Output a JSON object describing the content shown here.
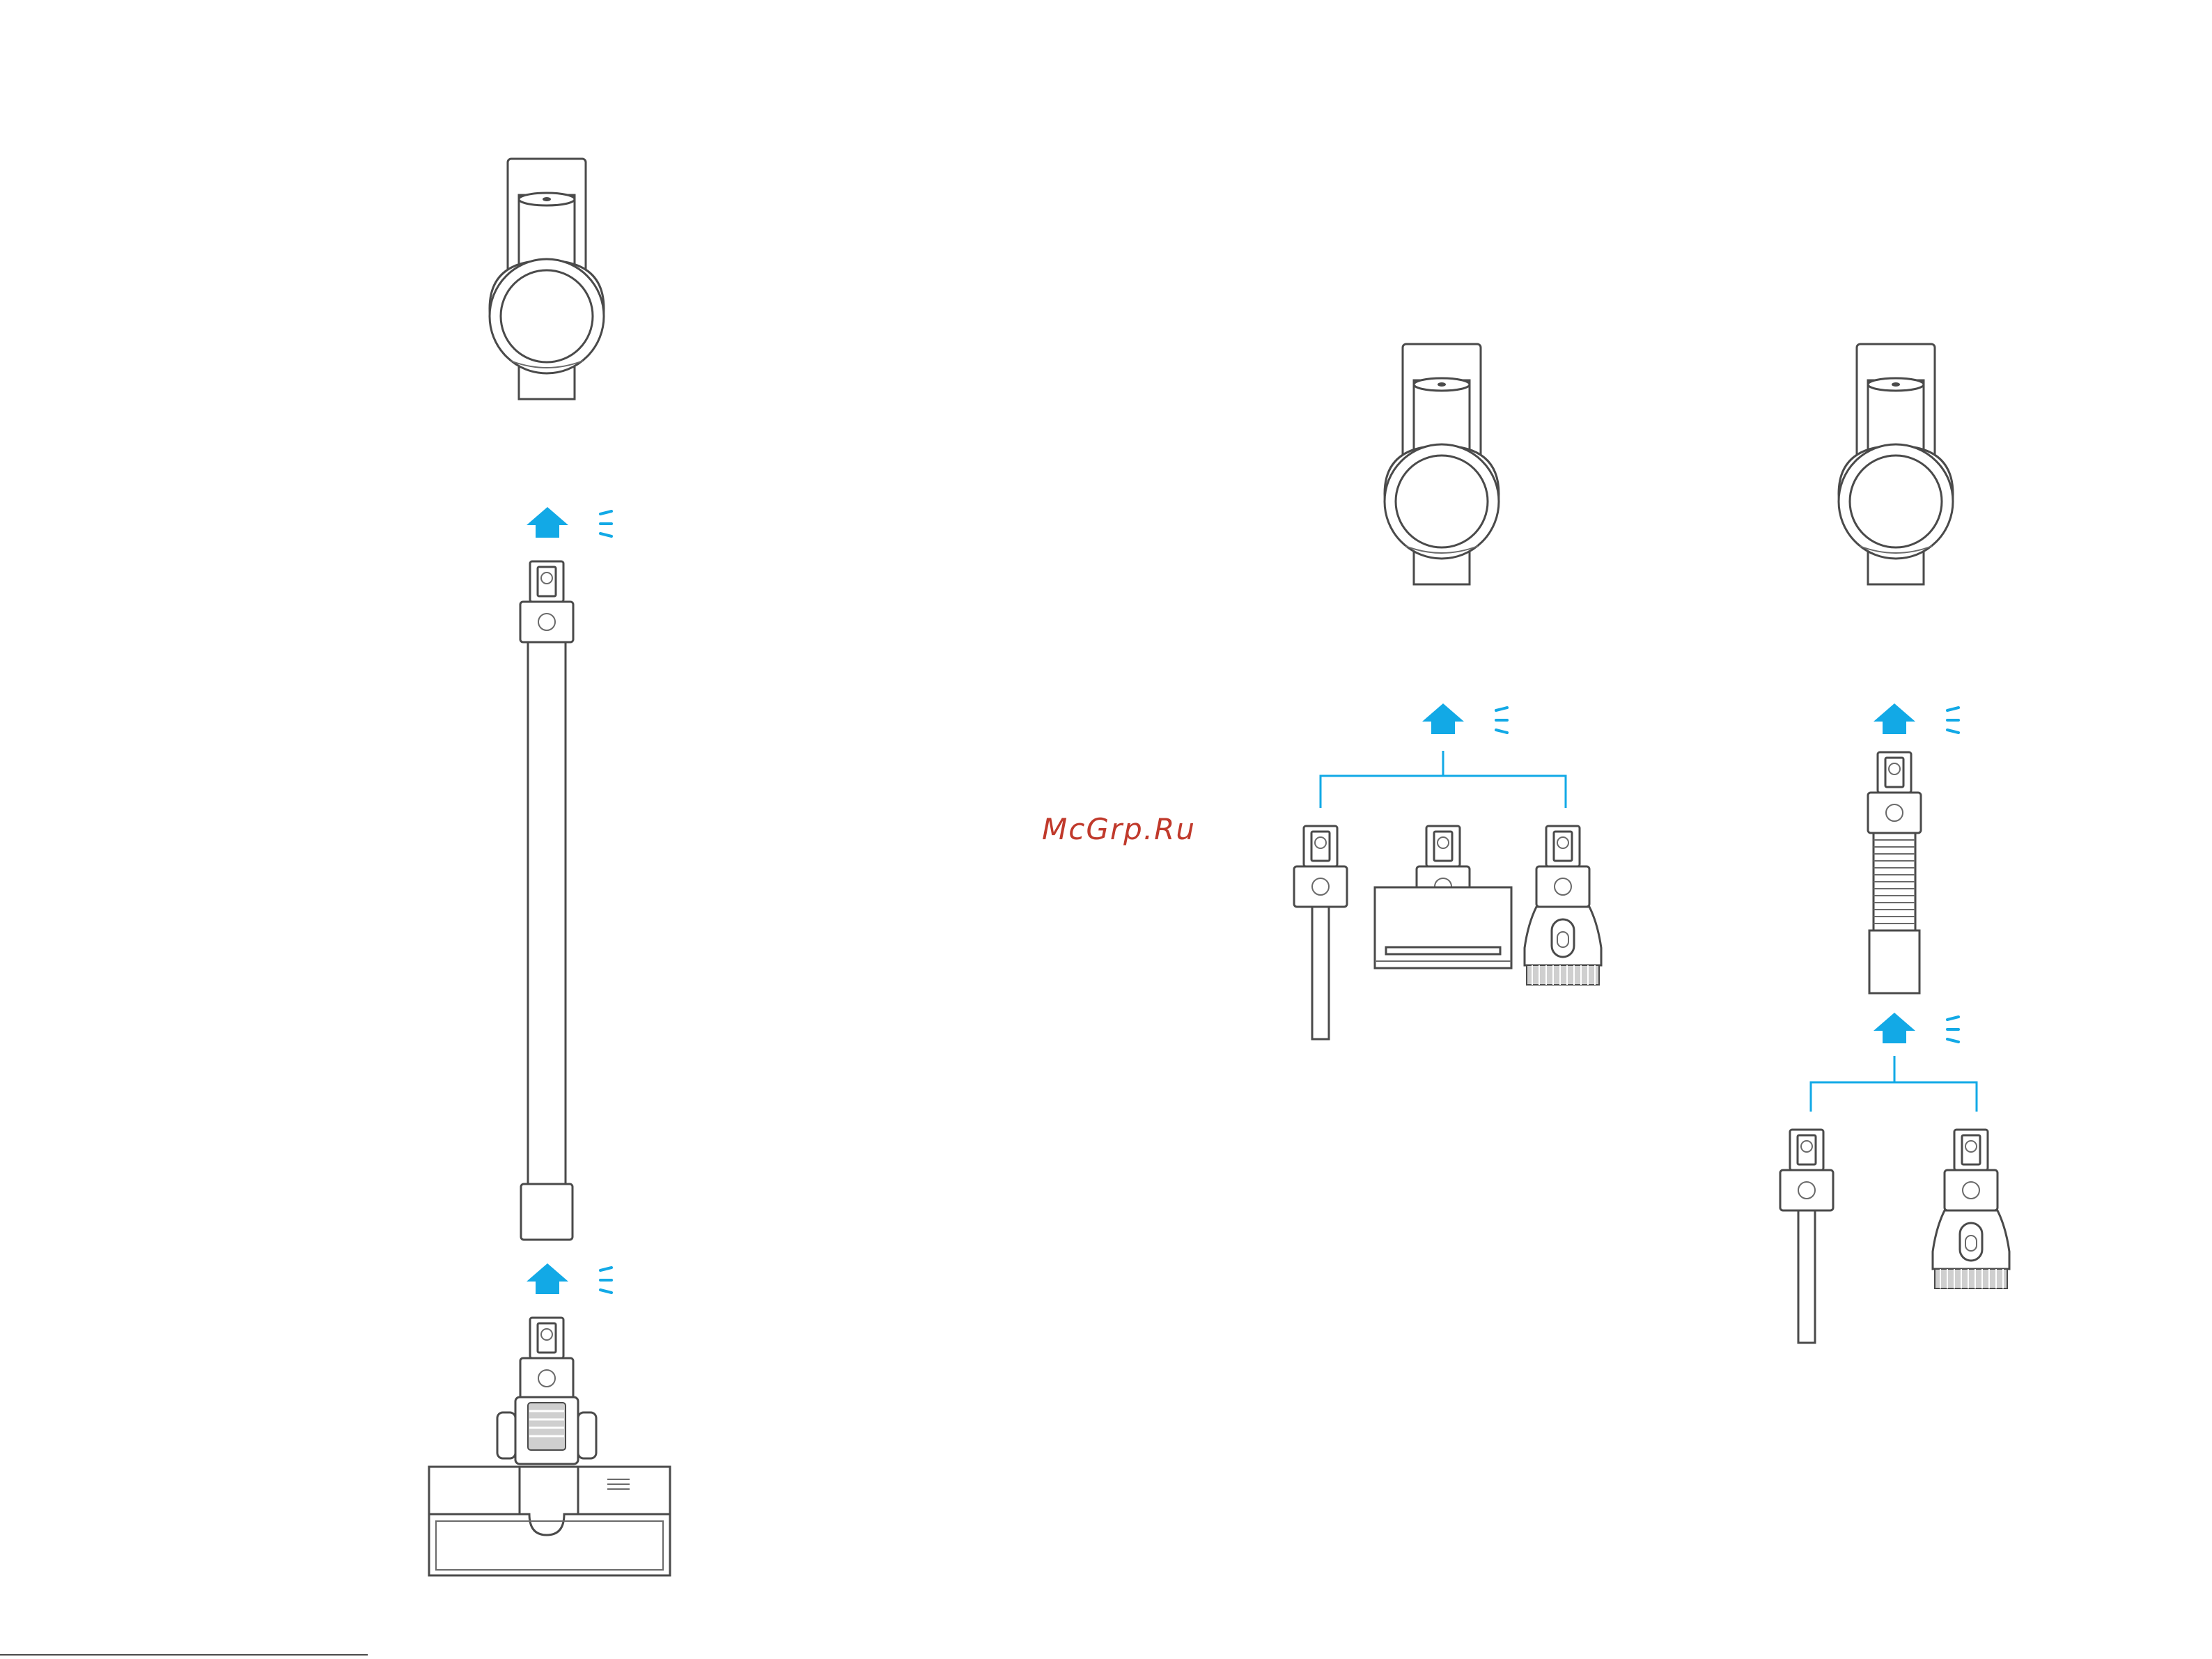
{
  "watermark": {
    "text": "McGrp.Ru",
    "color": "#c0392b"
  },
  "colors": {
    "accent": "#12a9e6",
    "line": "#4a4a4a",
    "background": "#ffffff"
  },
  "figures": [
    {
      "id": "vacuum-full-assembly",
      "parts": [
        "main-unit",
        "extension-tube",
        "floor-brush"
      ],
      "arrows": 2
    },
    {
      "id": "vacuum-with-accessories",
      "parts": [
        "main-unit",
        "crevice-tool",
        "mini-motorized-brush",
        "2-in-1-brush"
      ],
      "arrows": 1
    },
    {
      "id": "vacuum-with-extension-hose",
      "parts": [
        "main-unit",
        "extension-hose",
        "crevice-tool",
        "2-in-1-brush"
      ],
      "arrows": 2
    }
  ]
}
